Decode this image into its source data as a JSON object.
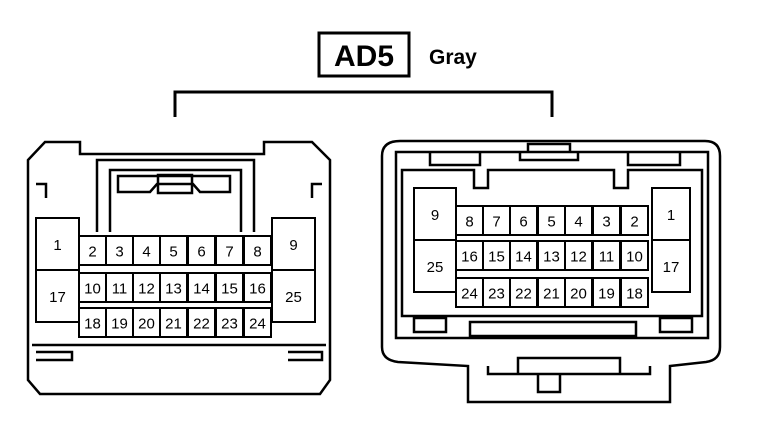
{
  "connector": {
    "code": "AD5",
    "color": "Gray"
  },
  "left_connector": {
    "pins": [
      "1",
      "2",
      "3",
      "4",
      "5",
      "6",
      "7",
      "8",
      "9",
      "10",
      "11",
      "12",
      "13",
      "14",
      "15",
      "16",
      "17",
      "18",
      "19",
      "20",
      "21",
      "22",
      "23",
      "24",
      "25"
    ]
  },
  "right_connector": {
    "pins": [
      "1",
      "2",
      "3",
      "4",
      "5",
      "6",
      "7",
      "8",
      "9",
      "10",
      "11",
      "12",
      "13",
      "14",
      "15",
      "16",
      "17",
      "18",
      "19",
      "20",
      "21",
      "22",
      "23",
      "24",
      "25"
    ]
  }
}
